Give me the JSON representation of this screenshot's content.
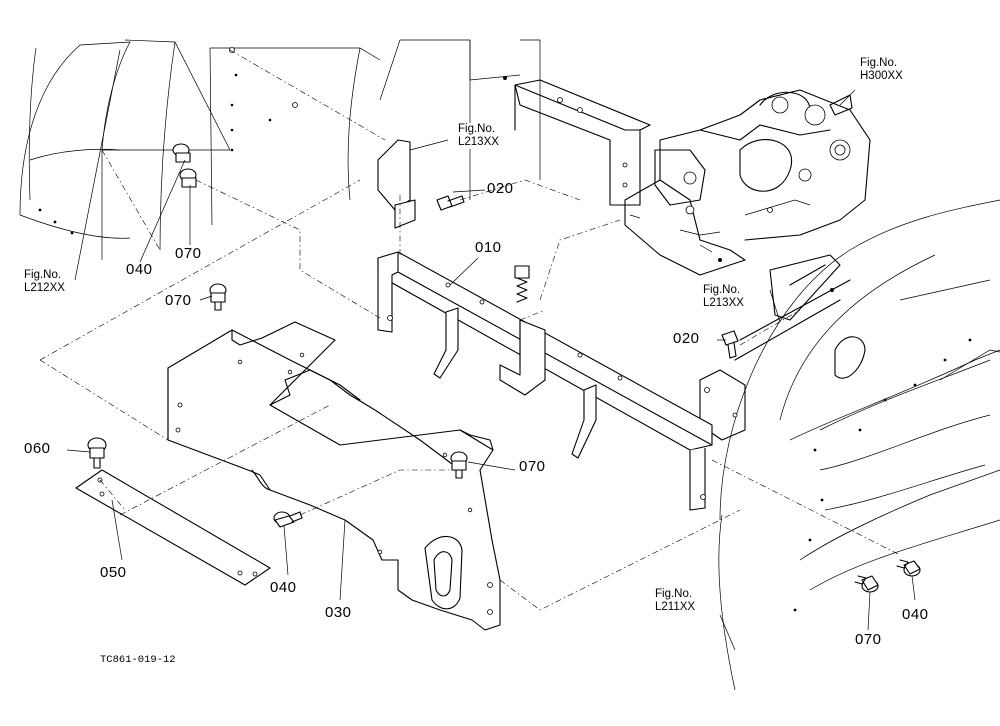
{
  "parts": {
    "p010": "010",
    "p020a": "020",
    "p020b": "020",
    "p030": "030",
    "p040a": "040",
    "p040b": "040",
    "p040c": "040",
    "p050": "050",
    "p060": "060",
    "p070a": "070",
    "p070b": "070",
    "p070c": "070",
    "p070d": "070"
  },
  "figrefs": {
    "h300": {
      "line1": "Fig.No.",
      "line2": "H300XX"
    },
    "l213a": {
      "line1": "Fig.No.",
      "line2": "L213XX"
    },
    "l213b": {
      "line1": "Fig.No.",
      "line2": "L213XX"
    },
    "l212": {
      "line1": "Fig.No.",
      "line2": "L212XX"
    },
    "l211": {
      "line1": "Fig.No.",
      "line2": "L211XX"
    }
  },
  "drawing_code": "TC861-019-12"
}
